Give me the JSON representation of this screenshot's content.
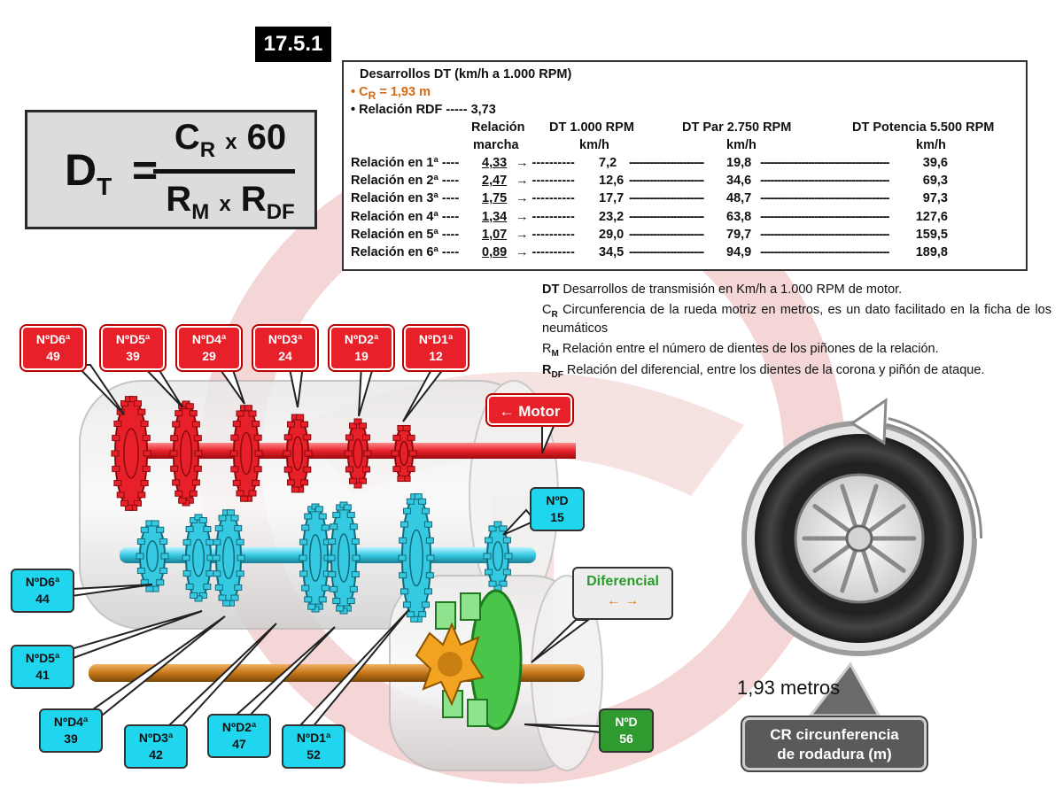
{
  "section": "17.5.1",
  "formula": {
    "lhs": "D",
    "lhs_sub": "T",
    "num_c": "C",
    "num_c_sub": "R",
    "num_x": "x",
    "num_60": "60",
    "den_r": "R",
    "den_r_sub": "M",
    "den_x": "x",
    "den_r2": "R",
    "den_r2_sub": "DF"
  },
  "table": {
    "title": "Desarrollos DT (km/h a 1.000 RPM)",
    "cr_bullet": "• C",
    "cr_sub": "R",
    "cr_value": " = 1,93 m",
    "rdf_line": "• Relación RDF ----- 3,73",
    "header_relacion": "Relación",
    "header_marcha": "marcha",
    "header_dt1000": "DT 1.000 RPM",
    "header_par": "DT Par 2.750 RPM",
    "header_pot": "DT Potencia 5.500 RPM",
    "unit": "km/h",
    "rows": [
      {
        "label": "Relación en 1ª ----",
        "ratio": "4,33",
        "dt": "7,2",
        "par": "19,8",
        "pot": "39,6"
      },
      {
        "label": "Relación en 2ª ----",
        "ratio": "2,47",
        "dt": "12,6",
        "par": "34,6",
        "pot": "69,3"
      },
      {
        "label": "Relación en 3ª ----",
        "ratio": "1,75",
        "dt": "17,7",
        "par": "48,7",
        "pot": "97,3"
      },
      {
        "label": "Relación en 4ª ----",
        "ratio": "1,34",
        "dt": "23,2",
        "par": "63,8",
        "pot": "127,6"
      },
      {
        "label": "Relación en 5ª ----",
        "ratio": "1,07",
        "dt": "29,0",
        "par": "79,7",
        "pot": "159,5"
      },
      {
        "label": "Relación en 6ª ----",
        "ratio": "0,89",
        "dt": "34,5",
        "par": "94,9",
        "pot": "189,8"
      }
    ]
  },
  "legend": {
    "dt_key": "DT",
    "dt_text": " Desarrollos de transmisión en Km/h a 1.000 RPM de motor.",
    "cr_key": "C",
    "cr_sub": "R",
    "cr_text": " Circunferencia de la rueda motriz en metros, es un dato facilitado en la ficha de los neumáticos",
    "rm_key": "R",
    "rm_sub": "M",
    "rm_text": " Relación entre el número de dientes de los piñones de la relación.",
    "rdf_key": "R",
    "rdf_sub": "DF",
    "rdf_text": " Relación del diferencial, entre los dientes de la corona y piñón de ataque."
  },
  "top_gears": [
    {
      "label": "NºD6ª",
      "teeth": "49"
    },
    {
      "label": "NºD5ª",
      "teeth": "39"
    },
    {
      "label": "NºD4ª",
      "teeth": "29"
    },
    {
      "label": "NºD3ª",
      "teeth": "24"
    },
    {
      "label": "NºD2ª",
      "teeth": "19"
    },
    {
      "label": "NºD1ª",
      "teeth": "12"
    }
  ],
  "bottom_gears": [
    {
      "label": "NºD6ª",
      "teeth": "44"
    },
    {
      "label": "NºD5ª",
      "teeth": "41"
    },
    {
      "label": "NºD4ª",
      "teeth": "39"
    },
    {
      "label": "NºD3ª",
      "teeth": "42"
    },
    {
      "label": "NºD2ª",
      "teeth": "47"
    },
    {
      "label": "NºD1ª",
      "teeth": "52"
    }
  ],
  "pinion": {
    "label": "NºD",
    "teeth": "15"
  },
  "crown": {
    "label": "NºD",
    "teeth": "56"
  },
  "motor_label": "← Motor",
  "diferencial_label": "Diferencial",
  "diferencial_arrows": "← →",
  "wheel_circ": "1,93 metros",
  "cr_box_line1": "CR circunferencia",
  "cr_box_line2": "de rodadura (m)",
  "colors": {
    "red": "#e8202a",
    "cyan": "#1fd6ee",
    "green": "#2f9a2f",
    "orange": "#d46a10",
    "watermark": "#f3d3d3"
  },
  "icons": [
    "watermark-logo",
    "gearbox-diagram",
    "wheel-icon",
    "rotation-arrow-icon"
  ]
}
